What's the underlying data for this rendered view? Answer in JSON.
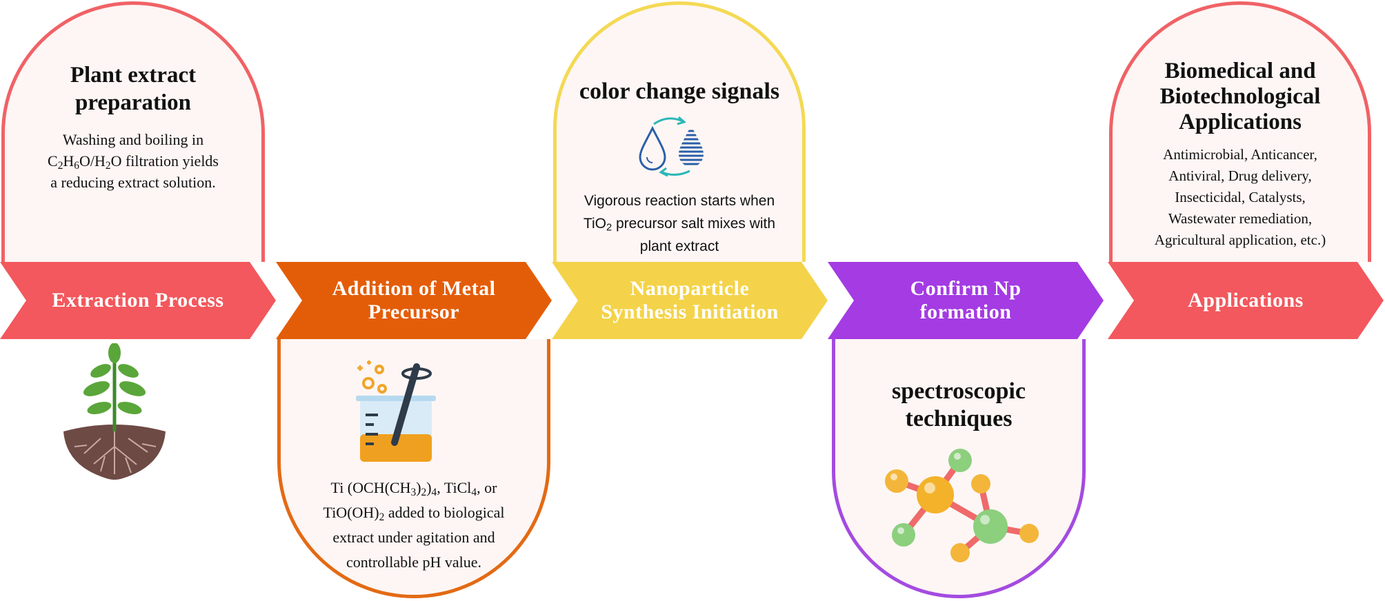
{
  "colors": {
    "stage1": "#f2585d",
    "stage2": "#e35d09",
    "stage3": "#f4d34a",
    "stage4": "#a43be3",
    "stage5": "#f2585d"
  },
  "stages": [
    {
      "arrow_label": "Extraction Process",
      "card_title": "Plant extract preparation",
      "card_text_1": "Washing and boiling in",
      "card_text_2a": "C",
      "card_text_2b": "H",
      "card_text_2c": "O/H",
      "card_text_2d": "O filtration yields",
      "card_text_3": "a reducing extract solution.",
      "sub_2": "2",
      "sub_6": "6",
      "icon": "plant-with-roots-icon"
    },
    {
      "arrow_label_1": "Addition of Metal",
      "arrow_label_2": "Precursor",
      "text_1a": "Ti (OCH(CH",
      "text_1b": ")",
      "text_1c": ")",
      "text_1d": ", TiCl",
      "text_1e": ", or",
      "sub_3": "3",
      "sub_2": "2",
      "sub_4": "4",
      "text_2a": "TiO(OH)",
      "text_2b": " added to biological",
      "text_3": "extract under agitation and",
      "text_4": "controllable pH value.",
      "icon": "beaker-stirring-icon"
    },
    {
      "arrow_label_1": "Nanoparticle",
      "arrow_label_2": "Synthesis Initiation",
      "card_title": "color change signals",
      "text_1": "Vigorous reaction starts when",
      "text_2a": "TiO",
      "text_2b": " precursor salt mixes with",
      "sub_2": "2",
      "text_3": "plant extract",
      "icon": "color-change-drops-icon"
    },
    {
      "arrow_label_1": "Confirm Np",
      "arrow_label_2": "formation",
      "card_title_1": "spectroscopic",
      "card_title_2": "techniques",
      "icon": "molecule-icon"
    },
    {
      "arrow_label": "Applications",
      "card_title_1": "Biomedical and",
      "card_title_2": "Biotechnological",
      "card_title_3": "Applications",
      "text_1": "Antimicrobial, Anticancer,",
      "text_2": "Antiviral, Drug delivery,",
      "text_3": "Insecticidal, Catalysts,",
      "text_4": "Wastewater remediation,",
      "text_5": "Agricultural application, etc.)"
    }
  ]
}
